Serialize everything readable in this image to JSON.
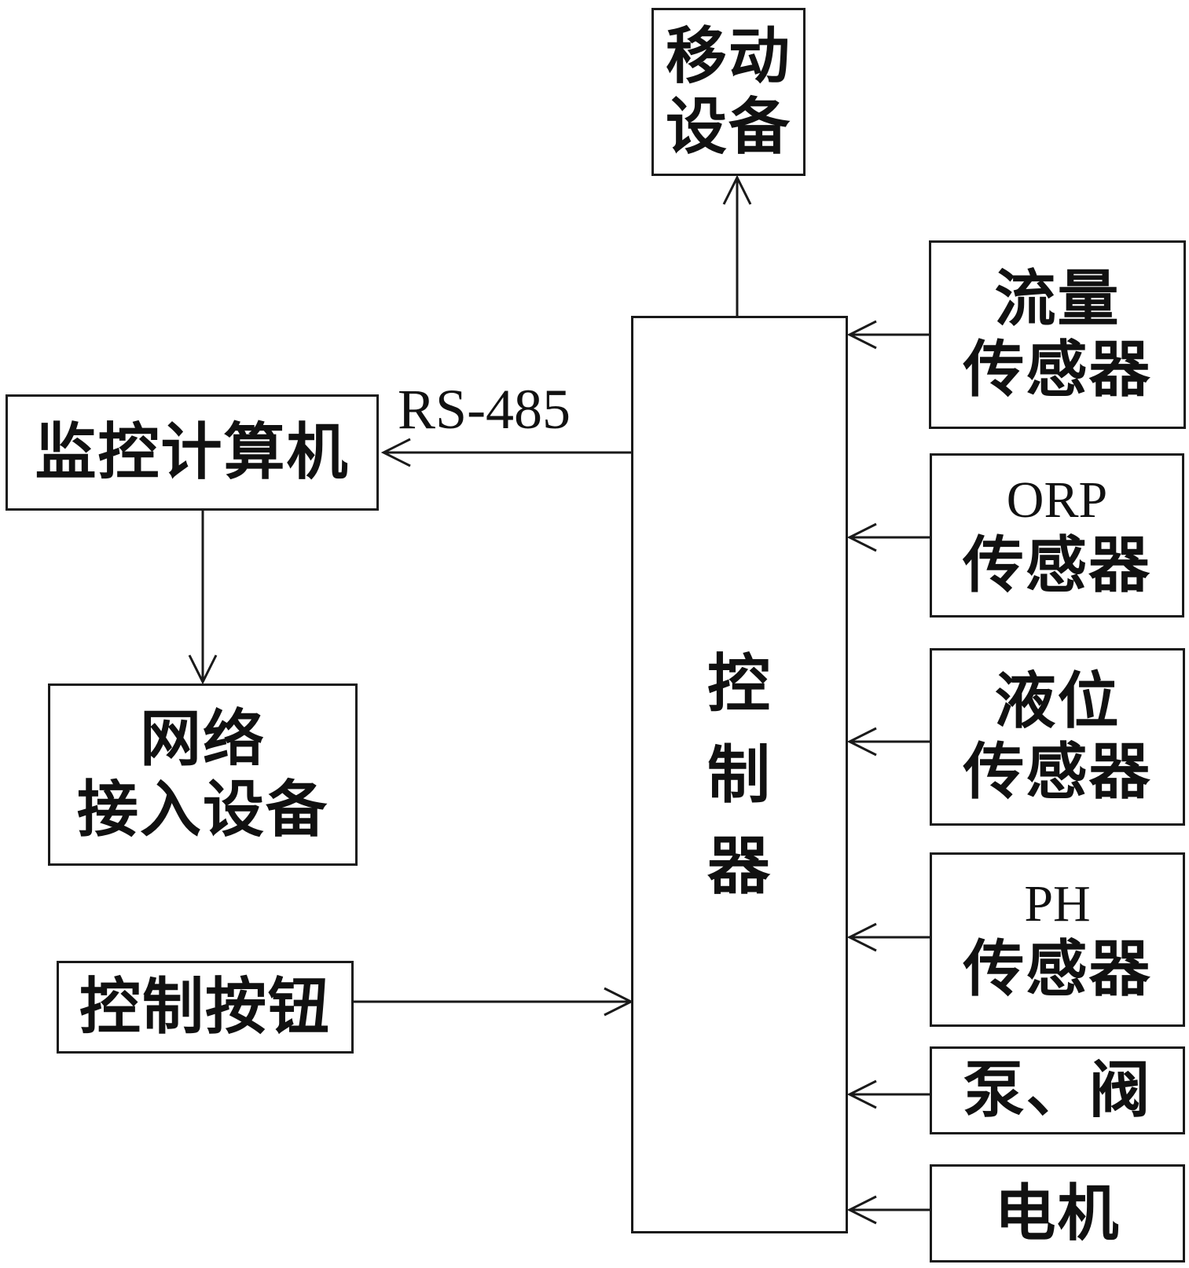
{
  "diagram": {
    "mobile_device": [
      "移动",
      "设备"
    ],
    "monitor_computer": "监控计算机",
    "network_device": [
      "网络",
      "接入设备"
    ],
    "control_button": "控制按钮",
    "controller": [
      "控",
      "制",
      "器"
    ],
    "flow_sensor": [
      "流量",
      "传感器"
    ],
    "orp_sensor": [
      "ORP",
      "传感器"
    ],
    "level_sensor": [
      "液位",
      "传感器"
    ],
    "ph_sensor": [
      "PH",
      "传感器"
    ],
    "pump_valve": "泵、阀",
    "motor": "电机",
    "link_label": "RS-485"
  }
}
